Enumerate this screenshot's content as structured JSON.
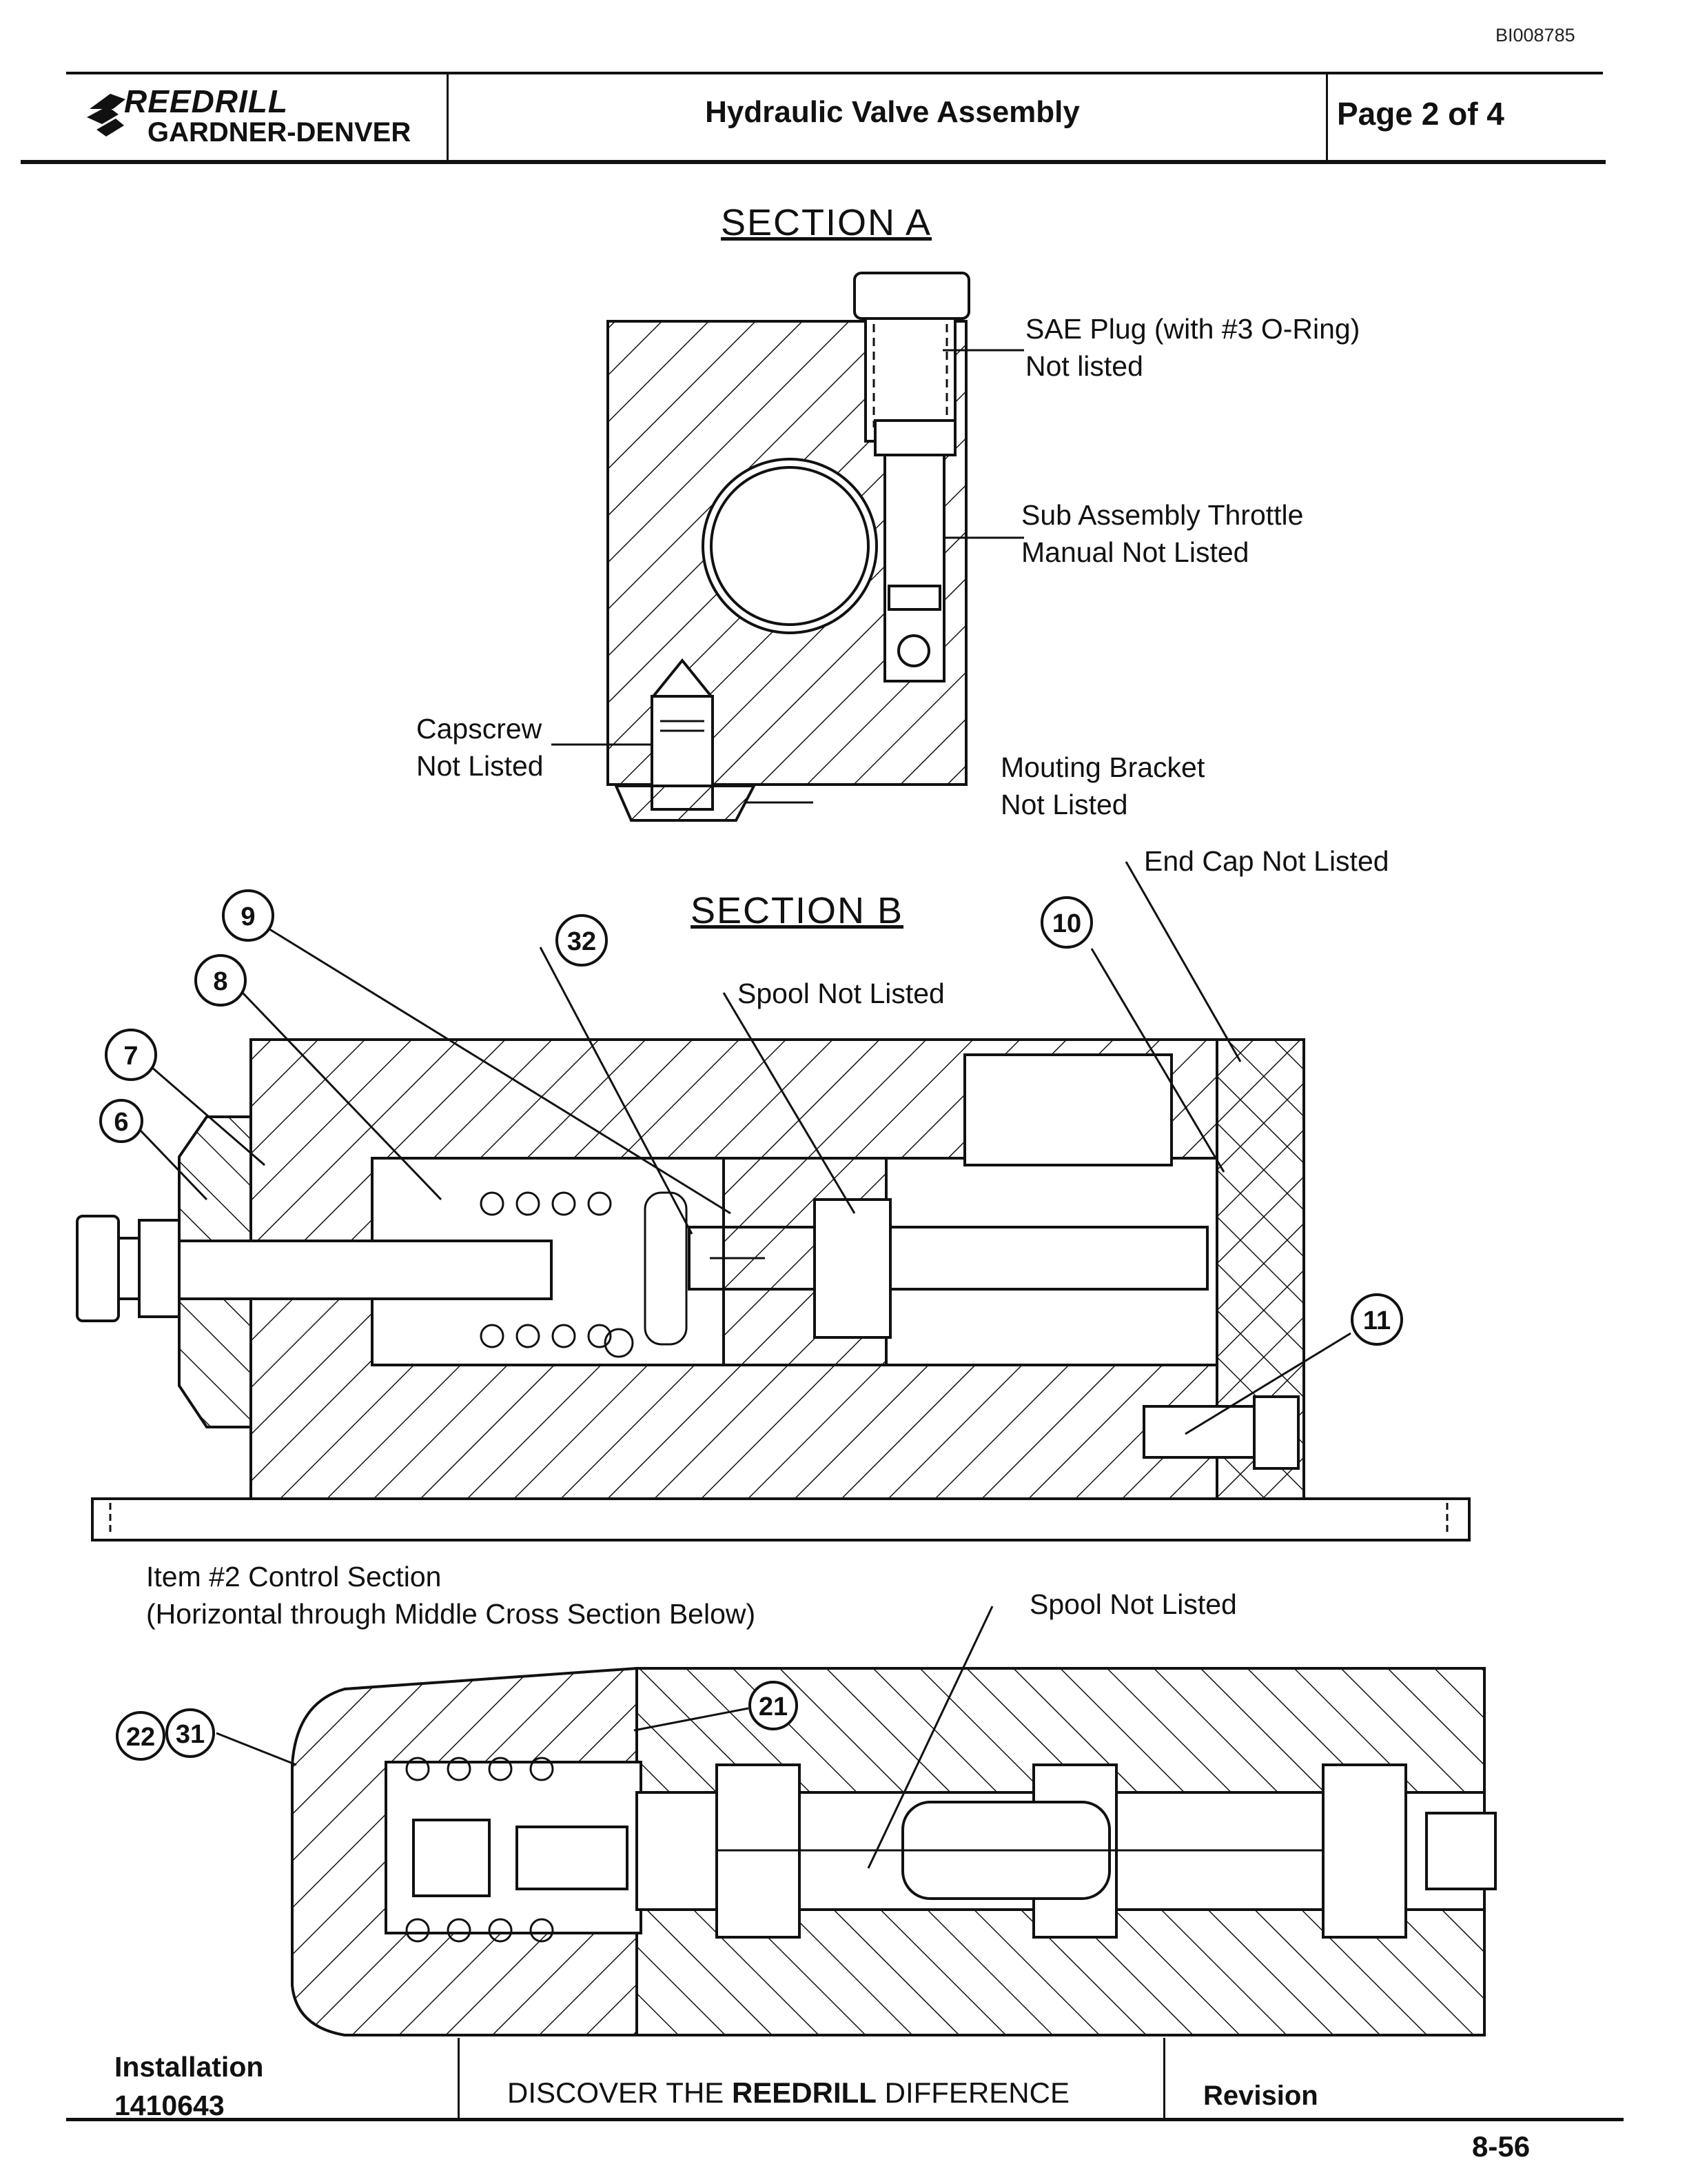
{
  "doc_id": "BI008785",
  "header": {
    "brand_top": "REEDRILL",
    "brand_bottom": "GARDNER-DENVER",
    "title": "Hydraulic Valve Assembly",
    "page": "Page 2 of 4"
  },
  "section_a": {
    "title": "SECTION  A",
    "labels": {
      "sae_plug": "SAE Plug (with #3 O-Ring)\nNot listed",
      "throttle": "Sub Assembly Throttle\nManual Not Listed",
      "capscrew": "Capscrew\nNot Listed",
      "bracket": "Mouting Bracket\nNot Listed"
    }
  },
  "section_b": {
    "title": "SECTION  B",
    "labels": {
      "end_cap": "End Cap Not Listed",
      "spool": "Spool Not Listed"
    },
    "callouts": [
      "9",
      "8",
      "7",
      "6",
      "32",
      "10",
      "11"
    ]
  },
  "control_section": {
    "caption": "Item #2 Control Section\n(Horizontal through Middle Cross Section Below)",
    "spool_label": "Spool Not Listed",
    "callouts": [
      "22",
      "31",
      "21"
    ]
  },
  "footer": {
    "install_label": "Installation",
    "install_number": "1410643",
    "slogan_pre": "DISCOVER THE ",
    "slogan_bold": "REEDRILL",
    "slogan_post": " DIFFERENCE",
    "revision": "Revision",
    "page_number": "8-56"
  }
}
